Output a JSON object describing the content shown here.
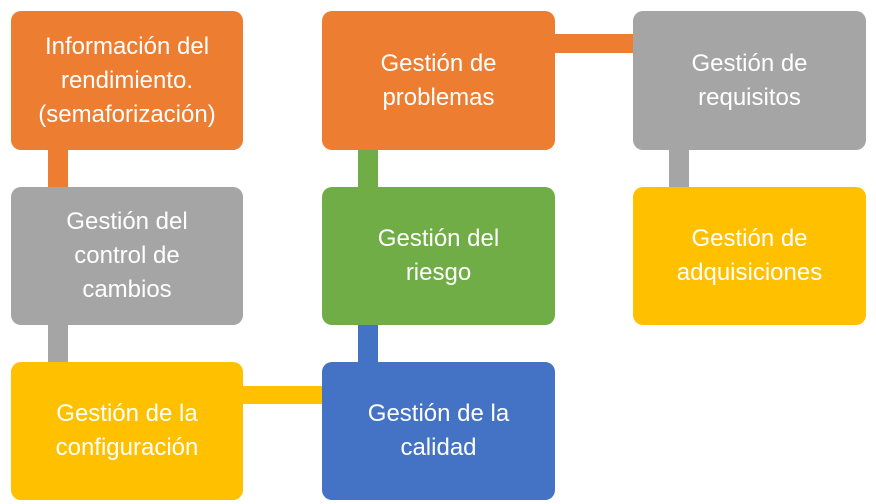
{
  "colors": {
    "orange": "#ED7D31",
    "gray": "#A5A5A5",
    "yellow": "#FFC000",
    "green": "#70AD47",
    "blue": "#4472C4"
  },
  "nodes": {
    "informacion_rendimiento": "Información del\nrendimiento.\n(semaforización)",
    "control_cambios": "Gestión del\ncontrol de\ncambios",
    "configuracion": "Gestión de la\nconfiguración",
    "problemas": "Gestión de\nproblemas",
    "riesgo": "Gestión del\nriesgo",
    "calidad": "Gestión de la\ncalidad",
    "requisitos": "Gestión de\nrequisitos",
    "adquisiciones": "Gestión de\nadquisiciones"
  }
}
